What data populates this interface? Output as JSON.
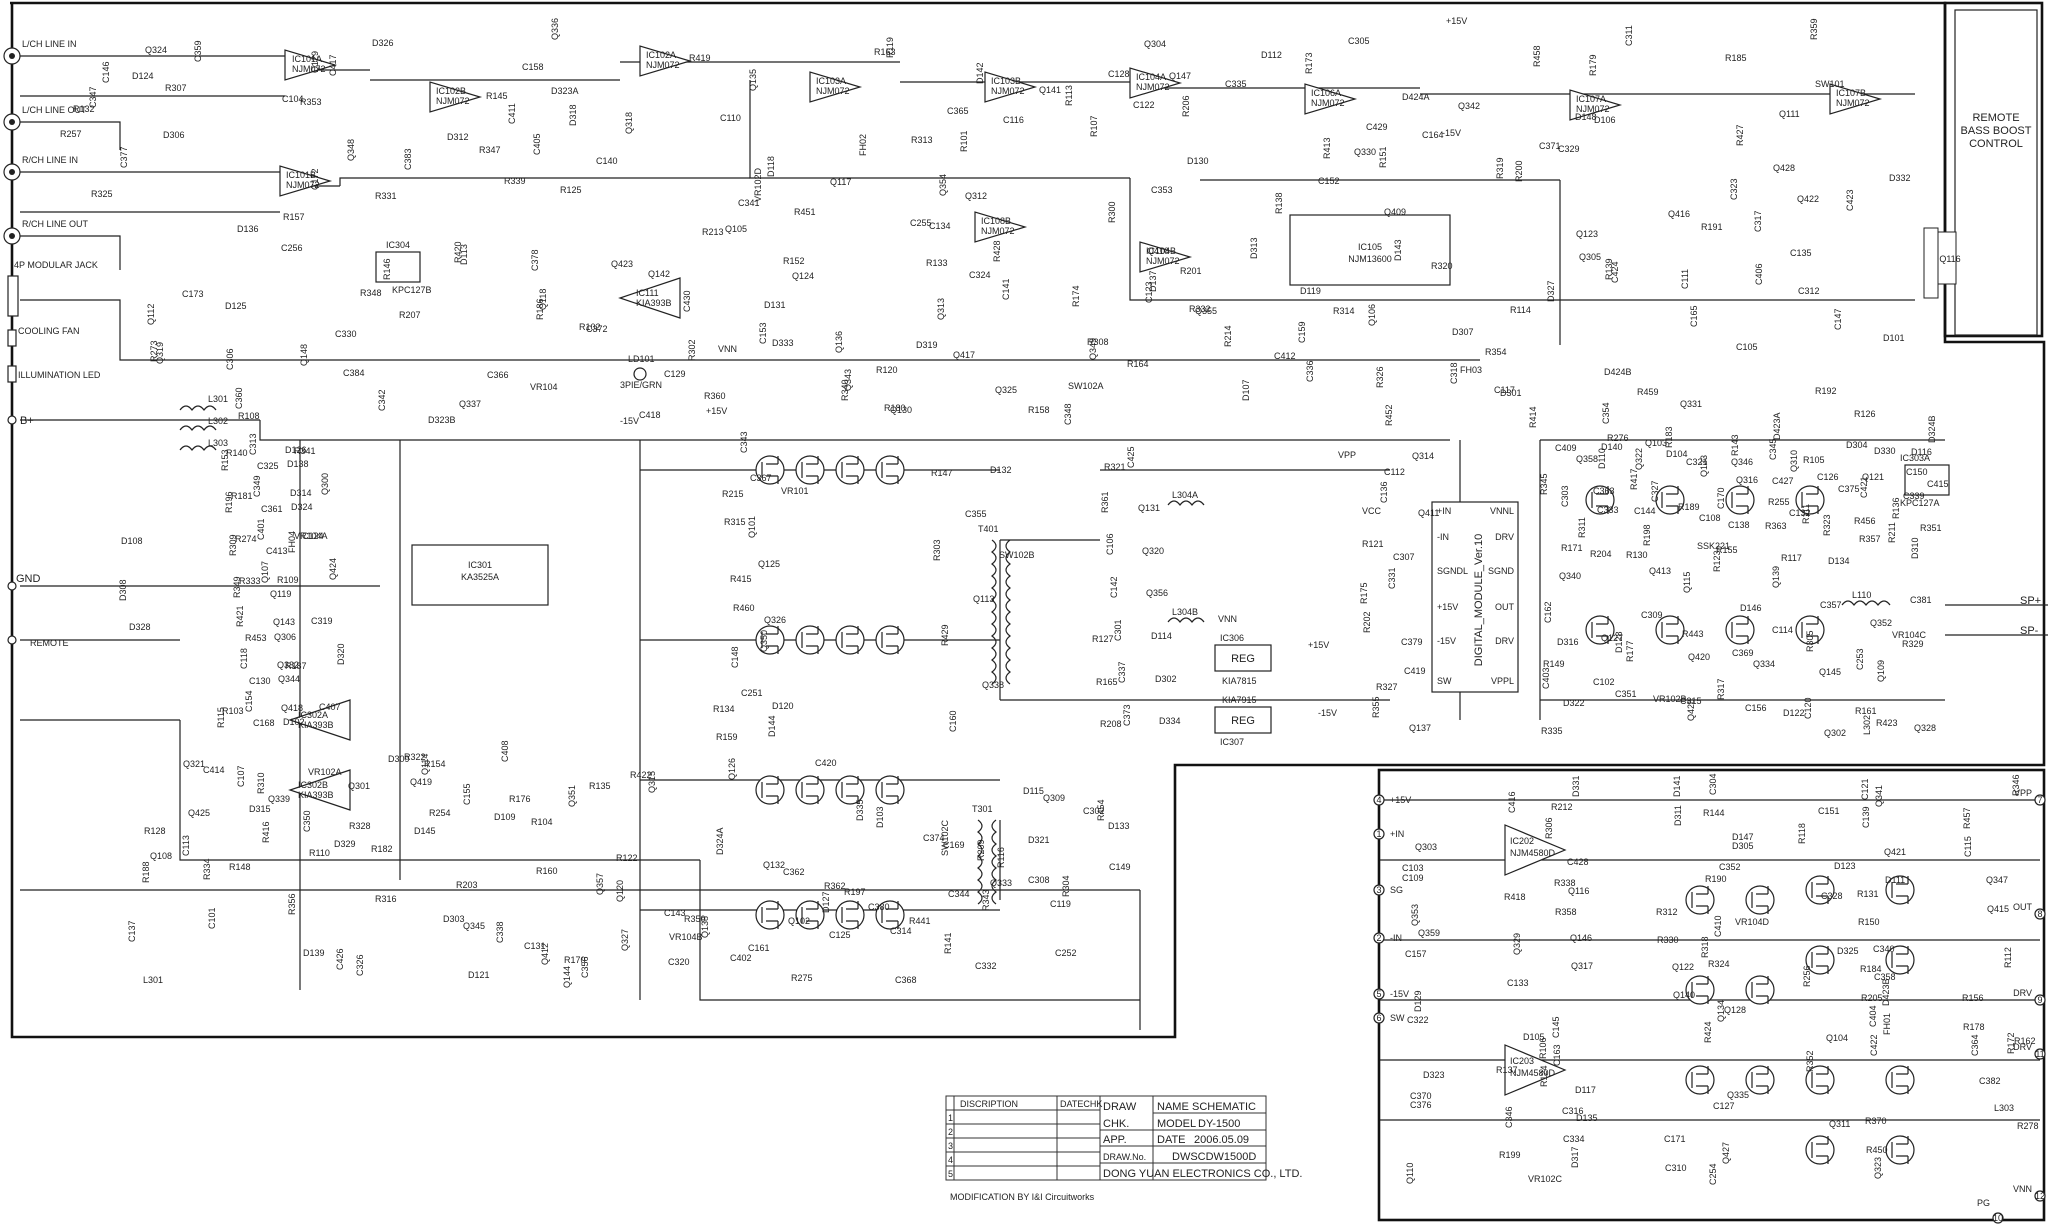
{
  "inputs": {
    "lch_line_in": "L/CH LINE IN",
    "lch_line_out": "L/CH LINE OUT",
    "rch_line_in": "R/CH LINE IN",
    "rch_line_out": "R/CH LINE OUT",
    "modular_jack": "4P MODULAR JACK",
    "cooling_fan": "COOLING FAN",
    "illumination_led": "ILLUMINATION LED",
    "b_plus": "B+",
    "gnd": "GND",
    "remote": "REMOTE"
  },
  "remote_box": {
    "line1": "REMOTE",
    "line2": "BASS BOOST",
    "line3": "CONTROL"
  },
  "opamps": [
    {
      "ref": "IC101A",
      "part": "NJM072"
    },
    {
      "ref": "IC101B",
      "part": "NJM072"
    },
    {
      "ref": "IC102A",
      "part": "NJM072"
    },
    {
      "ref": "IC102B",
      "part": "NJM072"
    },
    {
      "ref": "IC103A",
      "part": "NJM072"
    },
    {
      "ref": "IC103B",
      "part": "NJM072"
    },
    {
      "ref": "IC104A",
      "part": "NJM072"
    },
    {
      "ref": "IC104B",
      "part": "NJM072"
    },
    {
      "ref": "IC106A",
      "part": "NJM072"
    },
    {
      "ref": "IC107A",
      "part": "NJM072"
    },
    {
      "ref": "IC107B",
      "part": "NJM072"
    },
    {
      "ref": "IC108B",
      "part": "NJM072"
    },
    {
      "ref": "IC111",
      "part": "KIA393B"
    },
    {
      "ref": "IC302A",
      "part": "KIA393B"
    },
    {
      "ref": "IC302B",
      "part": "KIA393B"
    },
    {
      "ref": "IC202",
      "part": "NJM4580D"
    },
    {
      "ref": "IC203",
      "part": "NJM4580D"
    }
  ],
  "chips": {
    "ic105": {
      "ref": "IC105",
      "part": "NJM13600"
    },
    "ic301": {
      "ref": "IC301",
      "part": "KA3525A"
    },
    "ic306": {
      "ref": "IC306",
      "text": "REG",
      "part": "KIA7815"
    },
    "ic307": {
      "ref": "IC307",
      "text": "REG",
      "part": "KIA7915"
    },
    "ic304": {
      "ref": "IC304",
      "part": "KPC127B"
    },
    "ic303a": {
      "ref": "IC303A",
      "part": "KPC127A"
    },
    "digital_module": "DIGITAL_MODULE_Ver.10"
  },
  "module_pins_left": [
    "+IN",
    "-IN",
    "SGNDL",
    "+15V",
    "-15V",
    "SW"
  ],
  "module_pins_right": [
    "VNNL",
    "DRV",
    "SGND",
    "OUT",
    "DRV",
    "VPPL"
  ],
  "rails": {
    "vnn": "VNN",
    "plus15": "+15V",
    "minus15": "-15V",
    "vpp": "VPP",
    "vcc": "VCC",
    "sp_plus": "SP+",
    "sp_minus": "SP-",
    "ld101": "LD101",
    "ld101_color": "3PIE/GRN"
  },
  "transformers": [
    "T401",
    "T301"
  ],
  "inductors": [
    "L110",
    "L304A",
    "L304B",
    "L301",
    "L302",
    "L303"
  ],
  "inset_pins": [
    {
      "num": "4",
      "label": "+15V"
    },
    {
      "num": "1",
      "label": "+IN"
    },
    {
      "num": "3",
      "label": "SG"
    },
    {
      "num": "2",
      "label": "-IN"
    },
    {
      "num": "5",
      "label": "-15V"
    },
    {
      "num": "6",
      "label": "SW"
    },
    {
      "num": "7",
      "label": "VPP"
    },
    {
      "num": "8",
      "label": "OUT"
    },
    {
      "num": "9",
      "label": "DRV"
    },
    {
      "num": "11",
      "label": "DRV"
    },
    {
      "num": "12",
      "label": "VNN"
    },
    {
      "num": "10",
      "label": "PG"
    }
  ],
  "title_block": {
    "discription": "DISCRIPTION",
    "date_chk": "DATECHK",
    "draw": "DRAW",
    "chk": "CHK.",
    "app": "APP.",
    "drawno": "DRAW.No.",
    "name_label": "NAME",
    "name_value": "SCHEMATIC",
    "model_label": "MODEL",
    "model_value": "DY-1500",
    "date_label": "DATE",
    "date_value": "2006.05.09",
    "dwg_number": "DWSCDW1500D",
    "rows": [
      "1",
      "2",
      "3",
      "4",
      "5"
    ],
    "company": "DONG YUAN ELECTRONICS CO., LTD."
  },
  "modification": "MODIFICATION BY I&I Circuitworks",
  "ref_labels": [
    "R101",
    "R102",
    "R103",
    "R104",
    "R105",
    "R106",
    "R107",
    "R108",
    "R109",
    "R110",
    "R111",
    "R112",
    "R113",
    "R114",
    "R115",
    "R116",
    "R117",
    "R118",
    "R119",
    "R120",
    "R121",
    "R122",
    "R123",
    "R124",
    "R125",
    "R126",
    "R127",
    "R128",
    "R130",
    "R131",
    "R132",
    "R133",
    "R134",
    "R135",
    "R136",
    "R137",
    "R138",
    "R139",
    "R140",
    "R141",
    "R143",
    "R144",
    "R145",
    "R146",
    "R147",
    "R148",
    "R149",
    "R150",
    "R151",
    "R152",
    "R153",
    "R154",
    "R155",
    "R156",
    "R157",
    "R158",
    "R159",
    "R160",
    "R161",
    "R162",
    "R163",
    "R164",
    "R165",
    "R170",
    "R171",
    "R172",
    "R173",
    "R174",
    "R175",
    "R176",
    "R177",
    "R178",
    "R179",
    "R180",
    "R181",
    "R182",
    "R183",
    "R184",
    "R185",
    "R186",
    "R187",
    "R188",
    "R189",
    "R190",
    "R191",
    "R192",
    "R196",
    "R197",
    "R198",
    "R199",
    "R200",
    "R201",
    "R202",
    "R203",
    "R204",
    "R205",
    "R206",
    "R207",
    "R208",
    "R209",
    "R211",
    "R212",
    "R213",
    "R214",
    "R215",
    "R254",
    "R255",
    "R256",
    "R257",
    "R273",
    "R274",
    "R275",
    "R276",
    "R278",
    "R300",
    "R302",
    "R303",
    "R304",
    "R305",
    "R306",
    "R307",
    "R308",
    "R309",
    "R310",
    "R311",
    "R312",
    "R313",
    "R314",
    "R315",
    "R316",
    "R317",
    "R318",
    "R319",
    "R320",
    "R321",
    "R322",
    "R323",
    "R324",
    "R325",
    "R326",
    "R327",
    "R328",
    "R329",
    "R330",
    "R331",
    "R332",
    "R333",
    "R334",
    "R335",
    "R338",
    "R339",
    "R340",
    "R341",
    "R343",
    "R345",
    "R346",
    "R347",
    "R348",
    "R349",
    "R350",
    "R351",
    "R352",
    "R353",
    "R354",
    "R355",
    "R356",
    "R357",
    "R358",
    "R359",
    "R360",
    "R361",
    "R362",
    "R363",
    "R370",
    "R413",
    "R414",
    "R415",
    "R416",
    "R417",
    "R418",
    "R419",
    "R420",
    "R421",
    "R422",
    "R423",
    "R424",
    "R427",
    "R428",
    "R429",
    "R441",
    "R443",
    "R450",
    "R451",
    "R452",
    "R453",
    "R454",
    "R456",
    "R457",
    "R458",
    "R459",
    "R460",
    "C101",
    "C102",
    "C103",
    "C104",
    "C105",
    "C106",
    "C107",
    "C108",
    "C109",
    "C110",
    "C111",
    "C112",
    "C113",
    "C114",
    "C115",
    "C116",
    "C117",
    "C118",
    "C119",
    "C120",
    "C121",
    "C122",
    "C123",
    "C124",
    "C125",
    "C126",
    "C127",
    "C128",
    "C129",
    "C130",
    "C131",
    "C132",
    "C133",
    "C134",
    "C135",
    "C136",
    "C137",
    "C138",
    "C139",
    "C140",
    "C141",
    "C142",
    "C143",
    "C144",
    "C145",
    "C146",
    "C147",
    "C148",
    "C149",
    "C150",
    "C151",
    "C152",
    "C153",
    "C154",
    "C155",
    "C156",
    "C157",
    "C158",
    "C159",
    "C160",
    "C161",
    "C162",
    "C163",
    "C164",
    "C165",
    "C168",
    "C169",
    "C170",
    "C171",
    "C172",
    "C173",
    "C251",
    "C252",
    "C253",
    "C254",
    "C255",
    "C256",
    "C301",
    "C302",
    "C303",
    "C304",
    "C305",
    "C306",
    "C307",
    "C308",
    "C309",
    "C310",
    "C311",
    "C312",
    "C313",
    "C314",
    "C315",
    "C316",
    "C317",
    "C318",
    "C319",
    "C320",
    "C321",
    "C322",
    "C323",
    "C324",
    "C325",
    "C326",
    "C327",
    "C328",
    "C329",
    "C330",
    "C331",
    "C332",
    "C333",
    "C334",
    "C335",
    "C336",
    "C337",
    "C338",
    "C339",
    "C340",
    "C341",
    "C342",
    "C343",
    "C344",
    "C345",
    "C346",
    "C347",
    "C348",
    "C349",
    "C350",
    "C351",
    "C352",
    "C353",
    "C354",
    "C355",
    "C356",
    "C357",
    "C358",
    "C359",
    "C360",
    "C361",
    "C362",
    "C363",
    "C364",
    "C365",
    "C366",
    "C367",
    "C368",
    "C369",
    "C370",
    "C371",
    "C372",
    "C373",
    "C374",
    "C375",
    "C376",
    "C377",
    "C378",
    "C379",
    "C380",
    "C381",
    "C382",
    "C383",
    "C384",
    "C401",
    "C402",
    "C403",
    "C404",
    "C405",
    "C406",
    "C407",
    "C408",
    "C409",
    "C410",
    "C411",
    "C412",
    "C413",
    "C414",
    "C415",
    "C416",
    "C417",
    "C418",
    "C419",
    "C420",
    "C421",
    "C422",
    "C423",
    "C424",
    "C425",
    "C426",
    "C427",
    "C428",
    "C429",
    "C430",
    "Q101",
    "Q102",
    "Q103",
    "Q104",
    "Q105",
    "Q106",
    "Q107",
    "Q108",
    "Q109",
    "Q110",
    "Q111",
    "Q112",
    "Q113",
    "Q114",
    "Q115",
    "Q116",
    "Q117",
    "Q118",
    "Q119",
    "Q120",
    "Q121",
    "Q122",
    "Q123",
    "Q124",
    "Q125",
    "Q126",
    "Q127",
    "Q128",
    "Q129",
    "Q130",
    "Q131",
    "Q132",
    "Q133",
    "Q134",
    "Q135",
    "Q136",
    "Q137",
    "Q138",
    "Q139",
    "Q140",
    "Q141",
    "Q142",
    "Q143",
    "Q144",
    "Q145",
    "Q146",
    "Q147",
    "Q148",
    "Q300",
    "Q301",
    "Q302",
    "Q303",
    "Q304",
    "Q305",
    "Q306",
    "Q309",
    "Q310",
    "Q311",
    "Q312",
    "Q313",
    "Q314",
    "Q315",
    "Q316",
    "Q317",
    "Q318",
    "Q319",
    "Q320",
    "Q321",
    "Q322",
    "Q323",
    "Q324",
    "Q325",
    "Q326",
    "Q327",
    "Q328",
    "Q329",
    "Q330",
    "Q331",
    "Q332",
    "Q333",
    "Q334",
    "Q335",
    "Q336",
    "Q337",
    "Q338",
    "Q339",
    "Q340",
    "Q341",
    "Q342",
    "Q343",
    "Q344",
    "Q345",
    "Q346",
    "Q347",
    "Q348",
    "Q349",
    "Q350",
    "Q351",
    "Q352",
    "Q353",
    "Q354",
    "Q355",
    "Q356",
    "Q357",
    "Q358",
    "Q359",
    "Q409",
    "Q410",
    "Q411",
    "Q412",
    "Q413",
    "Q415",
    "Q416",
    "Q417",
    "Q418",
    "Q419",
    "Q420",
    "Q421",
    "Q422",
    "Q423",
    "Q424",
    "Q425",
    "Q426",
    "Q427",
    "Q428",
    "D101",
    "D102",
    "D103",
    "D104",
    "D105",
    "D106",
    "D107",
    "D108",
    "D109",
    "D110",
    "D111",
    "D112",
    "D113",
    "D114",
    "D115",
    "D116",
    "D117",
    "D118",
    "D119",
    "D120",
    "D121",
    "D122",
    "D123",
    "D124",
    "D125",
    "D126",
    "D127",
    "D128",
    "D129",
    "D130",
    "D131",
    "D132",
    "D133",
    "D134",
    "D135",
    "D136",
    "D137",
    "D138",
    "D139",
    "D140",
    "D141",
    "D142",
    "D143",
    "D144",
    "D145",
    "D146",
    "D147",
    "D148",
    "D301",
    "D302",
    "D303",
    "D304",
    "D305",
    "D306",
    "D307",
    "D308",
    "D309",
    "D310",
    "D311",
    "D312",
    "D313",
    "D314",
    "D315",
    "D316",
    "D317",
    "D318",
    "D319",
    "D320",
    "D321",
    "D322",
    "D323",
    "D323A",
    "D323B",
    "D324",
    "D324A",
    "D324B",
    "D325",
    "D326",
    "D327",
    "D328",
    "D329",
    "D330",
    "D331",
    "D332",
    "D333",
    "D334",
    "D335",
    "D423A",
    "D423B",
    "D424A",
    "D424B",
    "VR101",
    "VR102A",
    "VR102B",
    "VR102C",
    "VR102D",
    "VR104",
    "VR104A",
    "VR104B",
    "VR104C",
    "VR104D",
    "SW101",
    "SW102A",
    "SW102B",
    "SW102C",
    "SSK221",
    "FH01",
    "FH02",
    "FH03",
    "FH04",
    "L301",
    "L302",
    "L303"
  ]
}
